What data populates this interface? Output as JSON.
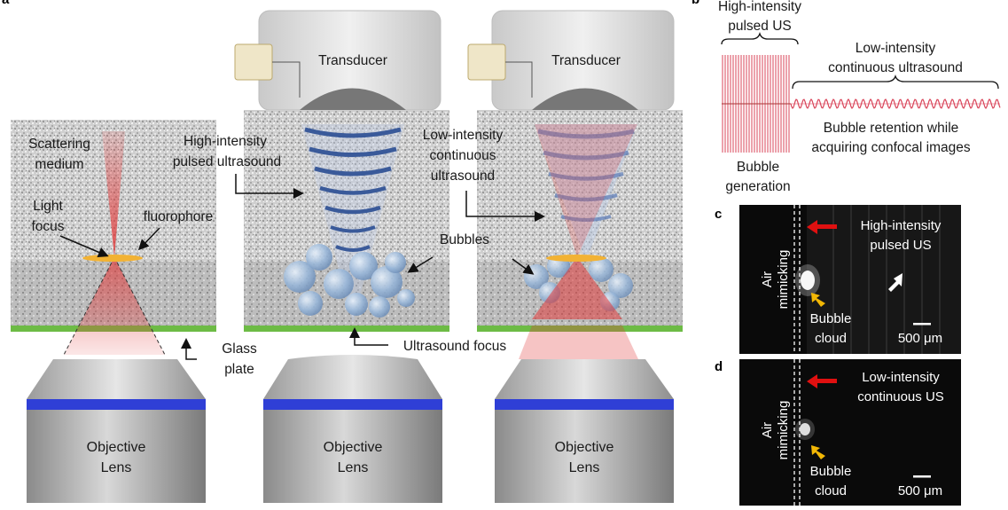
{
  "panel_letters": {
    "a": "a",
    "b": "b",
    "c": "c",
    "d": "d"
  },
  "panel_a": {
    "transducer_label": "Transducer",
    "objective_line1": "Objective",
    "objective_line2": "Lens",
    "scattering_line1": "Scattering",
    "scattering_line2": "medium",
    "light_line1": "Light",
    "light_line2": "focus",
    "fluorophore": "fluorophore",
    "glass_line1": "Glass",
    "glass_line2": "plate",
    "hi_pulsed_line1": "High-intensity",
    "hi_pulsed_line2": "pulsed ultrasound",
    "bubbles": "Bubbles",
    "us_focus": "Ultrasound focus",
    "lo_cont_line1": "Low-intensity",
    "lo_cont_line2": "continuous",
    "lo_cont_line3": "ultrasound"
  },
  "panel_b": {
    "hi_line1": "High-intensity",
    "hi_line2": "pulsed US",
    "lo_line1": "Low-intensity",
    "lo_line2": "continuous ultrasound",
    "retention_line1": "Bubble retention while",
    "retention_line2": "acquiring confocal images",
    "gen_line1": "Bubble",
    "gen_line2": "generation"
  },
  "panel_c": {
    "air_line1": "Air",
    "air_line2": "mimicking",
    "us_line1": "High-intensity",
    "us_line2": "pulsed US",
    "bubble_line1": "Bubble",
    "bubble_line2": "cloud",
    "scale": "500 μm"
  },
  "panel_d": {
    "air_line1": "Air",
    "air_line2": "mimicking",
    "us_line1": "Low-intensity",
    "us_line2": "continuous US",
    "bubble_line1": "Bubble",
    "bubble_line2": "cloud",
    "scale": "500 μm"
  },
  "colors": {
    "glass_plate": "#6dbb45",
    "lens_band": "#2f3fd6",
    "wave_ring": "#3a5a9a",
    "light_red": "#e23a3a",
    "arrow_red": "#e01010",
    "arrow_yellow": "#f2b705",
    "waveform": "#d9455a"
  }
}
